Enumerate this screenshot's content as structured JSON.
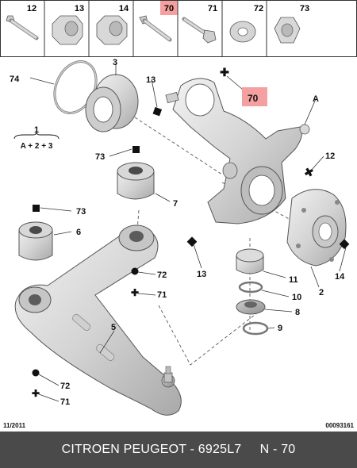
{
  "parts_strip": [
    {
      "number": "12",
      "icon": "bolt-icon"
    },
    {
      "number": "13",
      "icon": "flanged-nut-icon"
    },
    {
      "number": "14",
      "icon": "flanged-nut-icon"
    },
    {
      "number": "70",
      "icon": "bolt-icon",
      "highlight": true
    },
    {
      "number": "71",
      "icon": "flanged-bolt-icon"
    },
    {
      "number": "72",
      "icon": "washer-icon"
    },
    {
      "number": "73",
      "icon": "hex-nut-icon"
    }
  ],
  "callouts": {
    "c74": "74",
    "c3": "3",
    "c13a": "13",
    "c70": "70",
    "cA": "A",
    "c73a": "73",
    "c12": "12",
    "c7": "7",
    "c73b": "73",
    "c6": "6",
    "c13b": "13",
    "c11": "11",
    "c2": "2",
    "c14": "14",
    "c72a": "72",
    "c71a": "71",
    "c10": "10",
    "c8": "8",
    "c9": "9",
    "c5": "5",
    "c72b": "72",
    "c71b": "71"
  },
  "legend": {
    "number": "1",
    "formula": "A + 2 + 3"
  },
  "footer": {
    "date": "11/2011",
    "ref": "00093161"
  },
  "bottom_bar": {
    "text": "CITROEN PEUGEOT - 6925L7     N - 70"
  },
  "colors": {
    "highlight": "#f4a0a0",
    "bar": "#4a4a4a",
    "part_fill": "#dcdcdc"
  }
}
